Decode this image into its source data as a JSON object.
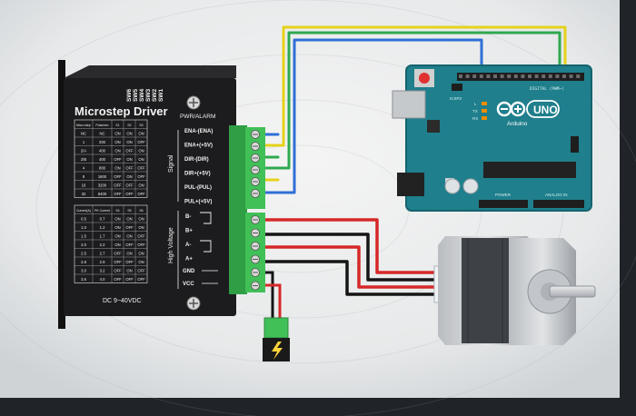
{
  "driver": {
    "title": "Microstep Driver",
    "switches": [
      "SW6",
      "SW5",
      "SW4",
      "SW3",
      "SW2",
      "SW1"
    ],
    "power_alarm": "PWR/ALARM",
    "signal_group": "Signal",
    "high_voltage_group": "High Voltage",
    "voltage_rating": "DC 9~40VDC",
    "step_table": {
      "headers": [
        "Micro step",
        "Pulse/rev",
        "S1",
        "S2",
        "S3"
      ],
      "rows": [
        [
          "NC",
          "NC",
          "ON",
          "ON",
          "ON"
        ],
        [
          "1",
          "200",
          "ON",
          "ON",
          "OFF"
        ],
        [
          "2/A",
          "400",
          "ON",
          "OFF",
          "ON"
        ],
        [
          "2/B",
          "400",
          "OFF",
          "ON",
          "ON"
        ],
        [
          "4",
          "800",
          "ON",
          "OFF",
          "OFF"
        ],
        [
          "8",
          "1600",
          "OFF",
          "ON",
          "OFF"
        ],
        [
          "16",
          "3200",
          "OFF",
          "OFF",
          "ON"
        ],
        [
          "32",
          "6400",
          "OFF",
          "OFF",
          "OFF"
        ]
      ]
    },
    "current_table": {
      "headers": [
        "Current(A)",
        "PK Current",
        "S4",
        "S5",
        "S6"
      ],
      "rows": [
        [
          "0.5",
          "0.7",
          "ON",
          "ON",
          "ON"
        ],
        [
          "1.0",
          "1.2",
          "ON",
          "OFF",
          "ON"
        ],
        [
          "1.5",
          "1.7",
          "ON",
          "ON",
          "OFF"
        ],
        [
          "2.0",
          "2.2",
          "ON",
          "OFF",
          "OFF"
        ],
        [
          "2.5",
          "2.7",
          "OFF",
          "ON",
          "ON"
        ],
        [
          "2.8",
          "2.9",
          "OFF",
          "OFF",
          "ON"
        ],
        [
          "3.0",
          "3.2",
          "OFF",
          "ON",
          "OFF"
        ],
        [
          "3.5",
          "4.0",
          "OFF",
          "OFF",
          "OFF"
        ]
      ]
    },
    "signal_pins": [
      "ENA-(ENA)",
      "ENA+(+5V)",
      "DIR-(DIR)",
      "DIR+(+5V)",
      "PUL-(PUL)",
      "PUL+(+5V)"
    ],
    "motor_pins": [
      "B-",
      "B+",
      "A-",
      "A+"
    ],
    "power_pins": [
      "GND",
      "VCC"
    ]
  },
  "arduino": {
    "logo": "UNO",
    "brand": "Arduino",
    "digital_label": "DIGITAL (PWM~)",
    "analog_label": "ANALOG IN",
    "power_label": "POWER",
    "icsp_label": "ICSP2",
    "tx_label": "TX",
    "rx_label": "RX",
    "l_label": "L"
  },
  "colors": {
    "driver_body": "#1c1c1e",
    "arduino_board": "#1f7f8c",
    "terminal_green": "#37b24d",
    "wire_blue": "#2f6fd6",
    "wire_green": "#2fa84f",
    "wire_yellow": "#e6d21a",
    "wire_red": "#d62828",
    "wire_black": "#151515",
    "motor_body": "#8d9196",
    "motor_core": "#3e4246"
  }
}
